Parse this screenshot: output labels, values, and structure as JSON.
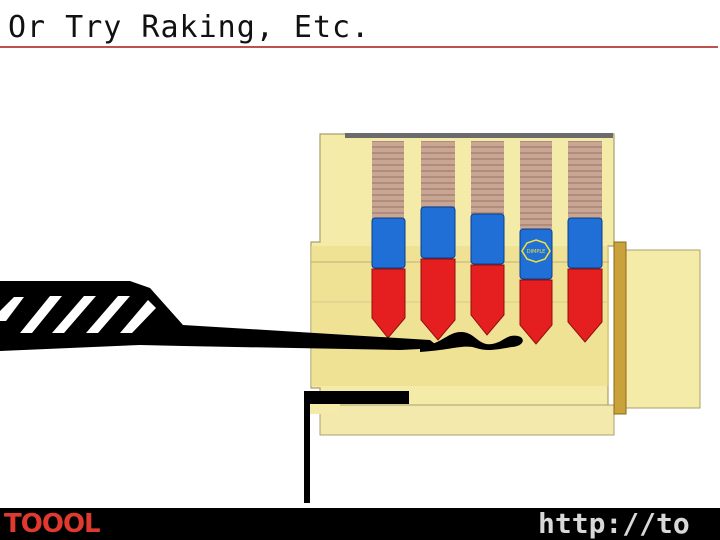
{
  "slide": {
    "title": "Or Try Raking, Etc."
  },
  "diagram": {
    "pin_stamp": "DIMPLE"
  },
  "footer": {
    "logo": "TOOOL",
    "url": "http://to"
  },
  "colors": {
    "accent_rule": "#c0504d",
    "cylinder": "#f5eba8",
    "cylinder_dark": "#eadb84",
    "spring": "#c9a593",
    "driver_pin": "#1f6fd6",
    "key_pin": "#e51f1f",
    "brass_strip": "#c9a23c",
    "tool": "#000000",
    "logo": "#e03a2f"
  }
}
